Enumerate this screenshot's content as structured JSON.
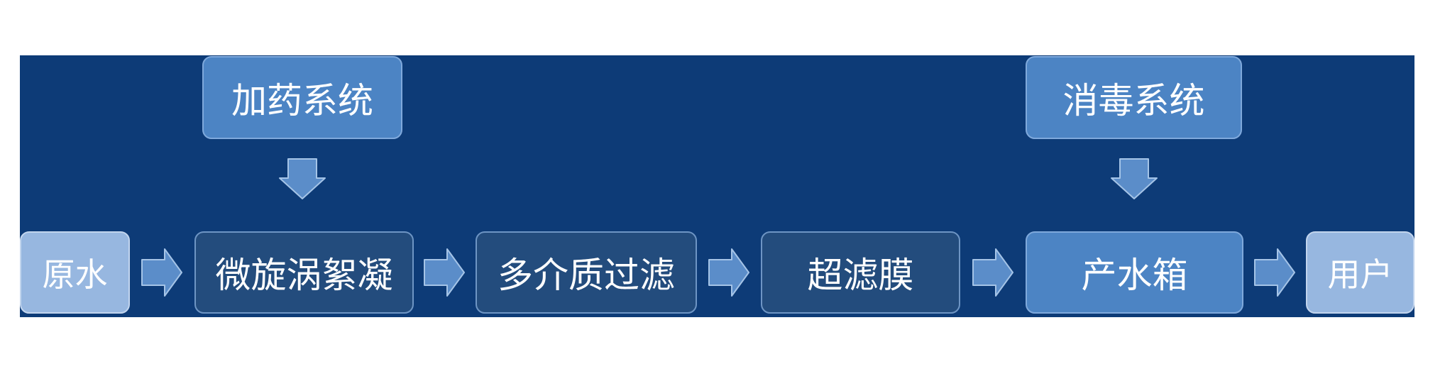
{
  "diagram_type": "process-flow",
  "colors": {
    "banner": "#0D3B77",
    "box_dark": "#234C7D",
    "box_medium": "#4C84C4",
    "box_light": "#97B7E0",
    "border_dark": "#6E95C4",
    "border_medium": "#7FA9DC",
    "border_light": "#C2D5EE",
    "arrow_fill": "#5B8DC9",
    "arrow_border": "#A5C4E7",
    "text": "#FFFFFF"
  },
  "aux_systems": [
    {
      "label": "加药系统"
    },
    {
      "label": "消毒系统"
    }
  ],
  "flow_steps": [
    {
      "label": "原水"
    },
    {
      "label": "微旋涡絮凝"
    },
    {
      "label": "多介质过滤"
    },
    {
      "label": "超滤膜"
    },
    {
      "label": "产水箱"
    },
    {
      "label": "用户"
    }
  ],
  "icons": {
    "down_arrow": "down-arrow",
    "right_arrow": "right-arrow"
  }
}
